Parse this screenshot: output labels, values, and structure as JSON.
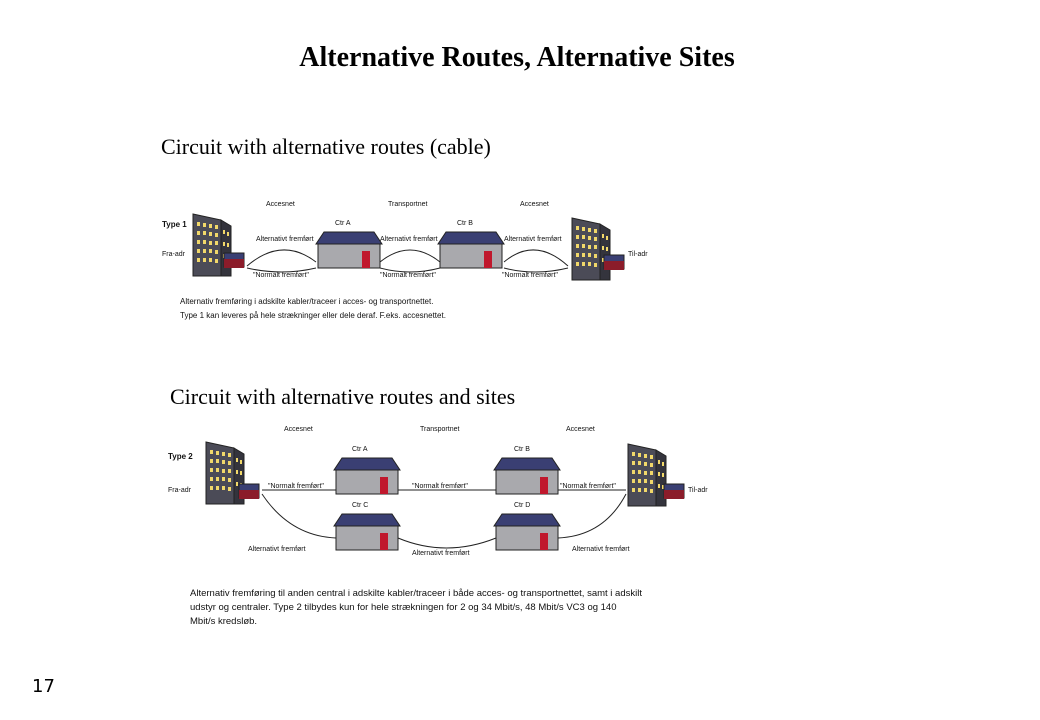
{
  "title": "Alternative Routes, Alternative Sites",
  "page_number": "17",
  "diagram1": {
    "heading": "Circuit with alternative routes (cable)",
    "type_label": "Type 1",
    "from_label": "Fra-adr",
    "to_label": "Til-adr",
    "segments": [
      "Accesnet",
      "Transportnet",
      "Accesnet"
    ],
    "central_a": "Ctr A",
    "central_b": "Ctr B",
    "alt_route": "Alternativt fremført",
    "normal_route": "\"Normalt fremført\"",
    "caption_lines": [
      "Alternativ fremføring i adskilte kabler/traceer i acces- og transportnettet.",
      "Type 1 kan leveres på hele strækninger eller dele deraf. F.eks. accesnettet."
    ]
  },
  "diagram2": {
    "heading": "Circuit with alternative routes and sites",
    "type_label": "Type 2",
    "from_label": "Fra-adr",
    "to_label": "Til-adr",
    "segments": [
      "Accesnet",
      "Transportnet",
      "Accesnet"
    ],
    "central_a": "Ctr A",
    "central_b": "Ctr B",
    "central_c": "Ctr C",
    "central_d": "Ctr D",
    "normal_route": "\"Normalt fremført\"",
    "alt_route": "Alternativt fremført",
    "caption_lines": [
      "Alternativ fremføring til anden central i adskilte kabler/traceer i både acces- og transportnettet, samt i adskilt",
      "udstyr og centraler. Type 2 tilbydes kun for hele strækningen for 2 og 34 Mbit/s, 48 Mbit/s VC3 og 140",
      "Mbit/s kredsløb."
    ]
  },
  "colors": {
    "building": "#4b4b57",
    "window": "#f1d86a",
    "roof": "#3a3f73",
    "wall": "#a9a9ad",
    "door": "#c0182d",
    "line": "#222222"
  }
}
